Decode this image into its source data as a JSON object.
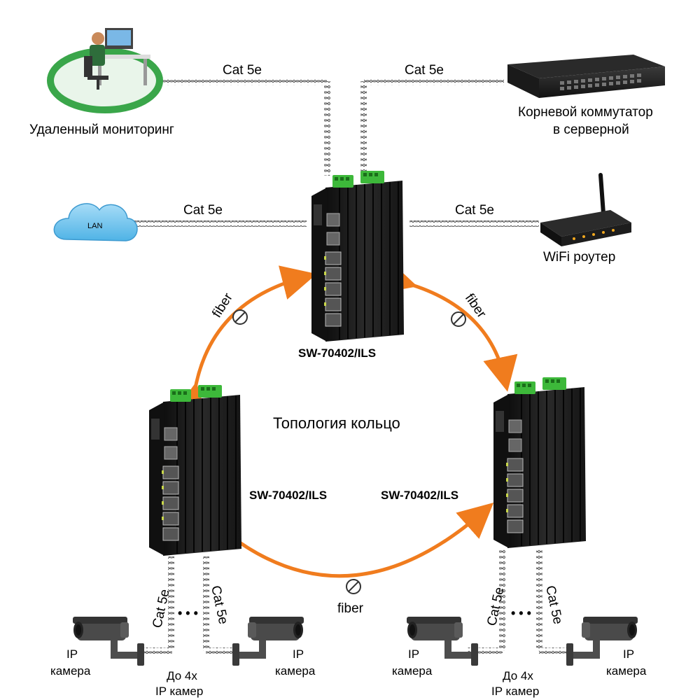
{
  "labels": {
    "remote_monitoring": "Удаленный мониторинг",
    "core_switch_line1": "Корневой коммутатор",
    "core_switch_line2": "в серверной",
    "lan": "LAN",
    "wifi_router": "WiFi роутер",
    "topology": "Топология кольцо",
    "model": "SW-70402/ILS",
    "ip_camera_line1": "IP",
    "ip_camera_line2": "камера",
    "upto_line1": "До 4х",
    "upto_line2": "IP камер",
    "ellipsis": "• • •"
  },
  "links": {
    "copper": "Cat 5e",
    "fiber": "fiber"
  },
  "colors": {
    "fiber_arrow": "#f07c1e",
    "switch_body": "#1c1c1c",
    "terminal_green": "#3db83a",
    "cloud_blue": "#6ec4ef",
    "monitoring_ring": "#3aa64a",
    "cable": "#555555"
  },
  "icons": {
    "workstation": "operator-desk-icon",
    "core_switch": "rack-switch-icon",
    "cloud": "cloud-icon",
    "router": "wifi-router-icon",
    "industrial_switch": "din-rail-switch-icon",
    "camera": "ip-camera-icon"
  }
}
